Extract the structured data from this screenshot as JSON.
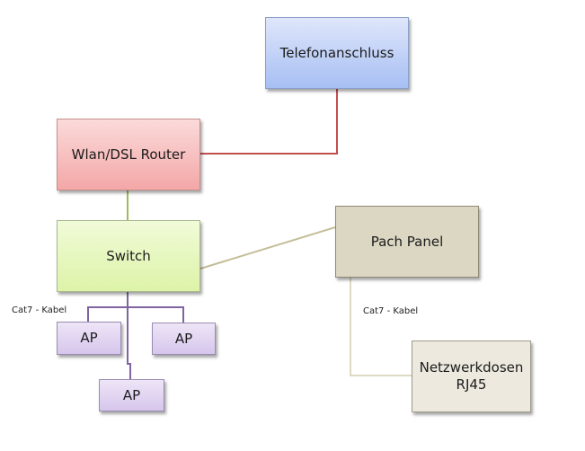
{
  "diagram": {
    "nodes": {
      "telefon": "Telefonanschluss",
      "router": "Wlan/DSL Router",
      "switch": "Switch",
      "patch": "Pach Panel",
      "dosen": "Netzwerkdosen\nRJ45",
      "ap1": "AP",
      "ap2": "AP",
      "ap3": "AP"
    },
    "labels": {
      "cable_left": "Cat7 - Kabel",
      "cable_right": "Cat7 - Kabel"
    },
    "edges": [
      {
        "from": "telefon",
        "to": "router",
        "color": "#c0504d"
      },
      {
        "from": "router",
        "to": "switch",
        "color": "#9bbb59"
      },
      {
        "from": "switch",
        "to": "patch",
        "color": "#c4bd97"
      },
      {
        "from": "switch",
        "to": "ap1",
        "color": "#8064a2"
      },
      {
        "from": "switch",
        "to": "ap2",
        "color": "#8064a2"
      },
      {
        "from": "switch",
        "to": "ap3",
        "color": "#8064a2"
      },
      {
        "from": "patch",
        "to": "dosen",
        "color": "#ddd9c4"
      }
    ]
  }
}
